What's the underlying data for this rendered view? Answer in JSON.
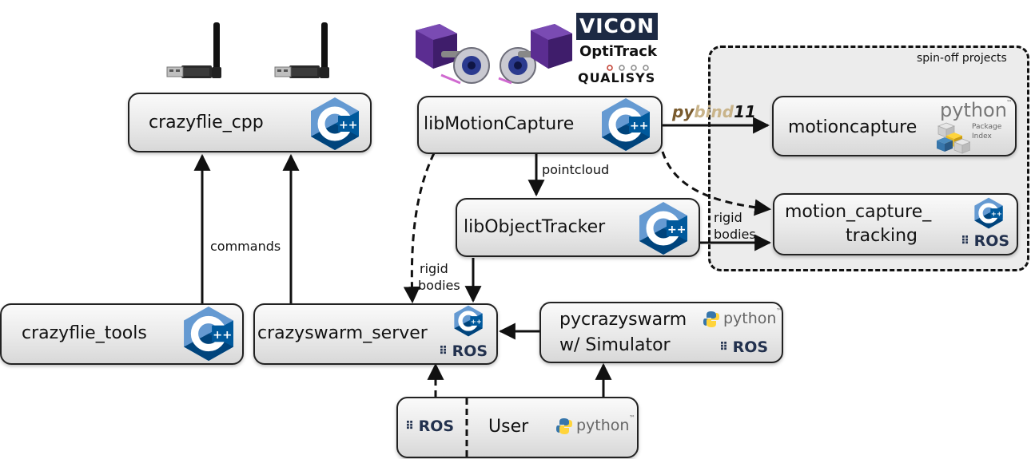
{
  "logos": {
    "vicon": "VICON",
    "optitrack": "OptiTrack",
    "qualisys": "QUALISYS"
  },
  "region": {
    "label": "spin-off projects"
  },
  "nodes": {
    "crazyflie_cpp": "crazyflie_cpp",
    "libmotioncapture": "libMotionCapture",
    "motioncapture": "motioncapture",
    "libobjecttracker": "libObjectTracker",
    "motion_capture_tracking_line1": "motion_capture_",
    "motion_capture_tracking_line2": "tracking",
    "crazyflie_tools": "crazyflie_tools",
    "crazyswarm_server": "crazyswarm_server",
    "pycrazyswarm_line1": "pycrazyswarm",
    "pycrazyswarm_line2": "w/ Simulator",
    "user": "User"
  },
  "edges": {
    "commands": "commands",
    "pointcloud": "pointcloud",
    "rigid_bodies_left_1": "rigid",
    "rigid_bodies_left_2": "bodies",
    "rigid_bodies_right_1": "rigid",
    "rigid_bodies_right_2": "bodies",
    "pybind_py": "py",
    "pybind_bind": "bind",
    "pybind_11": "11"
  },
  "badges": {
    "ros": "ROS",
    "python": "python",
    "tm": "™",
    "pypi_package": "Package",
    "pypi_index": "Index",
    "cpp": "++"
  },
  "colors": {
    "cpp_dark": "#00599c",
    "cpp_light": "#659ad2",
    "ros_text": "#22314e",
    "python_blue": "#3776ab",
    "python_yellow": "#ffd43b",
    "edge": "#111111",
    "dongle_antenna": "#111111",
    "camera_purple": "#5b2d91"
  },
  "icons": [
    "cpp-logo-icon",
    "ros-logo-icon",
    "python-logo-icon",
    "pypi-logo-icon",
    "usb-radio-dongle-icon",
    "mocap-camera-icon"
  ]
}
